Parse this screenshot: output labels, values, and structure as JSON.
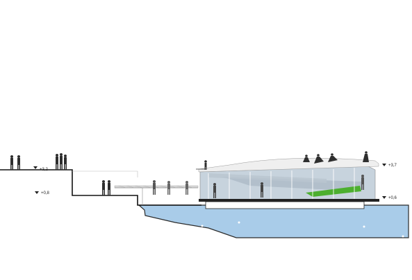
{
  "section": {
    "levels": [
      {
        "id": "upper-plaza",
        "label": "+3,2"
      },
      {
        "id": "lower-quay",
        "label": "+0,8"
      },
      {
        "id": "pavilion-roof",
        "label": "+3,7"
      },
      {
        "id": "pavilion-floor",
        "label": "+0,6"
      }
    ]
  },
  "colors": {
    "water": "#a9cce9",
    "water_edge": "#2a2a2a",
    "glass": "#c7d3dd",
    "glass_dark": "#8b9aa8",
    "lawn": "#4caf2f",
    "roof": "#efefef",
    "ground_line": "#111111"
  }
}
